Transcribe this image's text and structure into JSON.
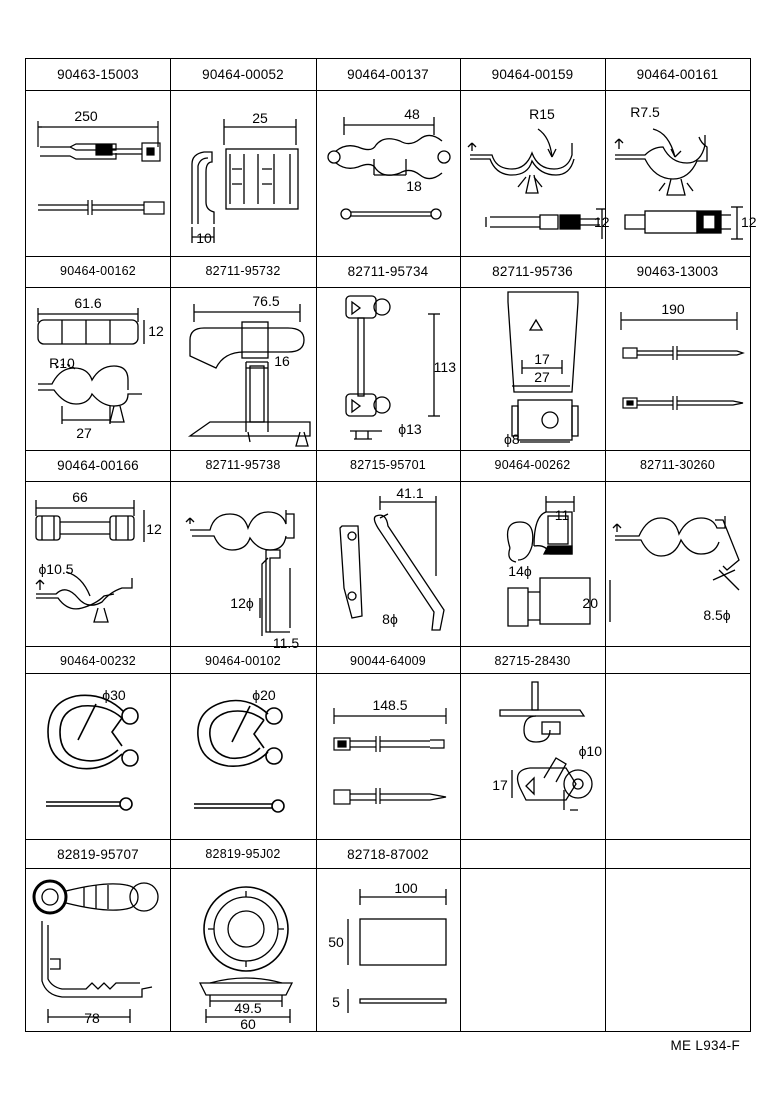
{
  "footer": {
    "code": "ME L934-F"
  },
  "parts": [
    {
      "part_number": "90463-15003",
      "dims": [
        "250"
      ]
    },
    {
      "part_number": "90464-00052",
      "dims": [
        "25",
        "10"
      ]
    },
    {
      "part_number": "90464-00137",
      "dims": [
        "48",
        "18"
      ]
    },
    {
      "part_number": "90464-00159",
      "dims": [
        "R15",
        "12"
      ]
    },
    {
      "part_number": "90464-00161",
      "dims": [
        "R7.5",
        "12"
      ]
    },
    {
      "part_number": "90464-00162",
      "dims": [
        "61.6",
        "12",
        "R10",
        "27"
      ]
    },
    {
      "part_number": "82711-95732",
      "dims": [
        "76.5",
        "16"
      ]
    },
    {
      "part_number": "82711-95734",
      "dims": [
        "113",
        "ϕ13"
      ]
    },
    {
      "part_number": "82711-95736",
      "dims": [
        "17",
        "27",
        "ϕ8"
      ]
    },
    {
      "part_number": "90463-13003",
      "dims": [
        "190"
      ]
    },
    {
      "part_number": "90464-00166",
      "dims": [
        "66",
        "12",
        "ϕ10.5"
      ]
    },
    {
      "part_number": "82711-95738",
      "dims": [
        "12ϕ",
        "11.5"
      ]
    },
    {
      "part_number": "82715-95701",
      "dims": [
        "41.1",
        "8ϕ"
      ]
    },
    {
      "part_number": "90464-00262",
      "dims": [
        "11",
        "14ϕ",
        "20"
      ]
    },
    {
      "part_number": "82711-30260",
      "dims": [
        "8.5ϕ"
      ]
    },
    {
      "part_number": "90464-00232",
      "dims": [
        "ϕ30"
      ]
    },
    {
      "part_number": "90464-00102",
      "dims": [
        "ϕ20"
      ]
    },
    {
      "part_number": "90044-64009",
      "dims": [
        "148.5"
      ]
    },
    {
      "part_number": "82715-28430",
      "dims": [
        "ϕ10",
        "17"
      ]
    },
    {
      "part_number": "",
      "dims": []
    },
    {
      "part_number": "82819-95707",
      "dims": [
        "78"
      ]
    },
    {
      "part_number": "82819-95J02",
      "dims": [
        "49.5",
        "60"
      ]
    },
    {
      "part_number": "82718-87002",
      "dims": [
        "100",
        "50",
        "5"
      ]
    },
    {
      "part_number": "",
      "dims": []
    },
    {
      "part_number": "",
      "dims": []
    }
  ]
}
